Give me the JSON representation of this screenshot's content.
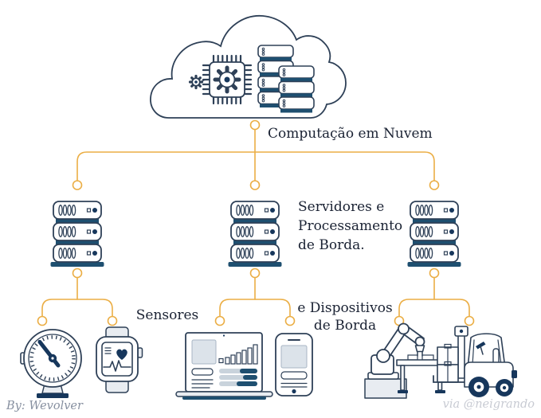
{
  "diagram": {
    "cloud_label": "Computação em Nuvem",
    "servers_label": {
      "line1": "Servidores e",
      "line2": "Processamento",
      "line3": "de Borda."
    },
    "sensors_label": "Sensores",
    "devices_label": {
      "line1": "e Dispositivos",
      "line2": "de Borda"
    },
    "credit_author": "By: Wevolver",
    "credit_via": "via @neigrando",
    "colors": {
      "connector_gold": "#EBAE45",
      "outline_navy": "#2E4057",
      "accent_navy": "#17375C",
      "bar_steel": "#1E4F70",
      "label_text": "#1A2233",
      "credit_author_gray": "#8790A0",
      "credit_via_gray": "#C8CBD3"
    },
    "icons": {
      "cloud": "cloud-icon",
      "chip": "cpu-chip-icon",
      "gear": "gear-icon",
      "cloud_servers": "server-stack-icon",
      "edge_server": "server-rack-icon",
      "gauge": "pressure-gauge-icon",
      "smartwatch": "smartwatch-icon",
      "laptop": "laptop-analytics-icon",
      "phone": "smartphone-icon",
      "robot": "robot-arm-icon",
      "forklift": "forklift-icon"
    }
  }
}
